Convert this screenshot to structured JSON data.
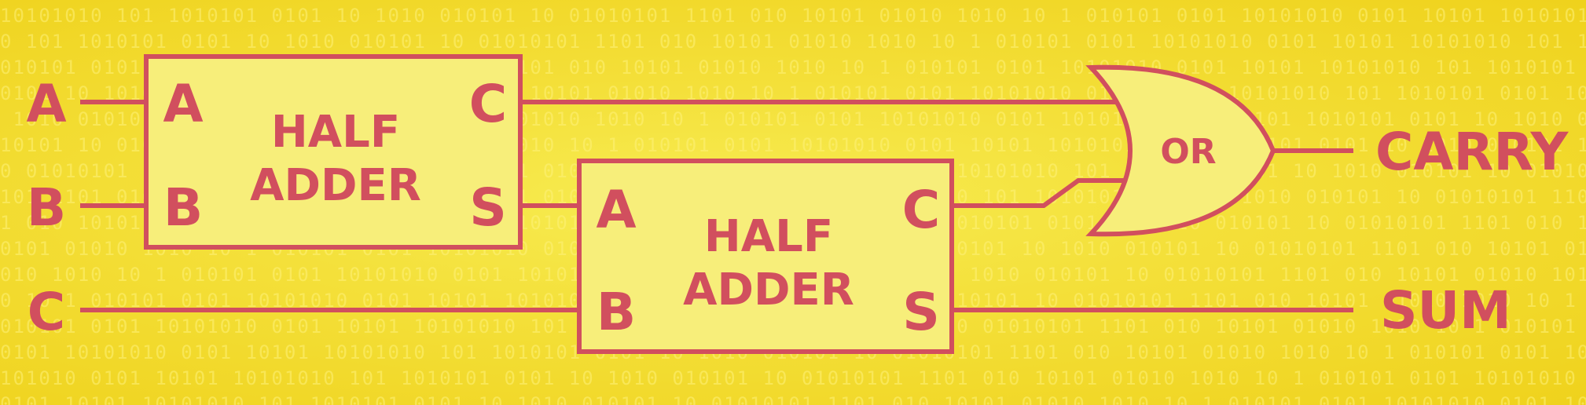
{
  "inputs": {
    "a": "A",
    "b": "B",
    "c": "C"
  },
  "half_adder_1": {
    "line1": "HALF",
    "line2": "ADDER",
    "in_a": "A",
    "in_b": "B",
    "out_c": "C",
    "out_s": "S"
  },
  "half_adder_2": {
    "line1": "HALF",
    "line2": "ADDER",
    "in_a": "A",
    "in_b": "B",
    "out_c": "C",
    "out_s": "S"
  },
  "or_gate": {
    "label": "OR"
  },
  "outputs": {
    "carry": "CARRY",
    "sum": "SUM"
  },
  "colors": {
    "background": "#f2d925",
    "line": "#d14f5e",
    "box_fill": "#f7ee7a"
  }
}
